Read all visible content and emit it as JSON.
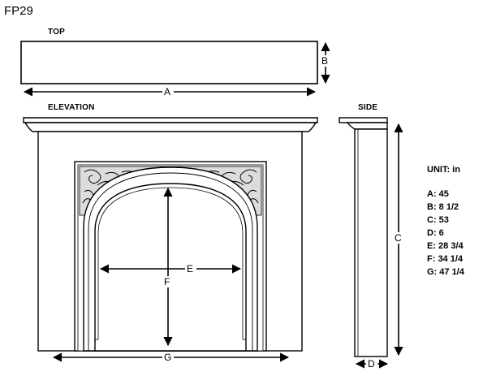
{
  "model": "FP29",
  "views": {
    "top": "TOP",
    "elevation": "ELEVATION",
    "side": "SIDE"
  },
  "dimension_letters": {
    "a": "A",
    "b": "B",
    "c": "C",
    "d": "D",
    "e": "E",
    "f": "F",
    "g": "G"
  },
  "unit_label": "UNIT: in",
  "specs": [
    {
      "text": "A: 45"
    },
    {
      "text": "B: 8 1/2"
    },
    {
      "text": "C: 53"
    },
    {
      "text": "D: 6"
    },
    {
      "text": "E: 28 3/4"
    },
    {
      "text": "F: 34 1/4"
    },
    {
      "text": "G: 47 1/4"
    }
  ]
}
